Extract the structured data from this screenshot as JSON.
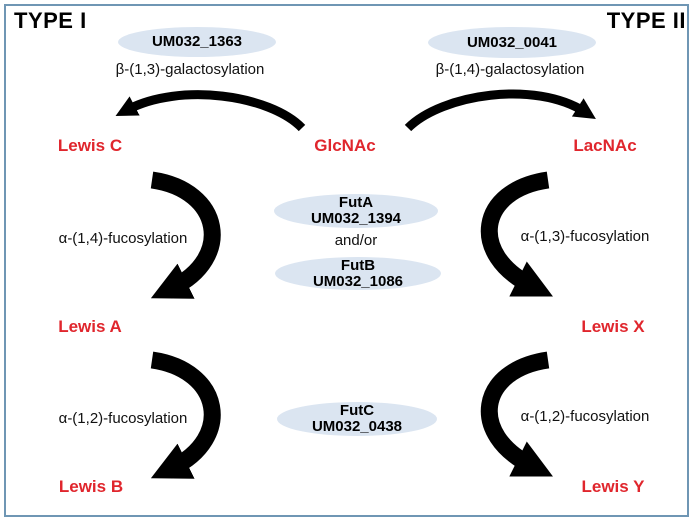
{
  "colors": {
    "accent_red": "#e0262d",
    "ellipse_fill": "#dbe5f1",
    "border_blue": "#6f96b4",
    "arrow_black": "#000000"
  },
  "header": {
    "type1": "TYPE I",
    "type2": "TYPE II"
  },
  "top": {
    "left": {
      "gene": "UM032_1363",
      "reaction": "β-(1,3)-galactosylation"
    },
    "right": {
      "gene": "UM032_0041",
      "reaction": "β-(1,4)-galactosylation"
    }
  },
  "nodes": {
    "lewis_c": "Lewis C",
    "glcnac": "GlcNAc",
    "lacnac": "LacNAc",
    "lewis_a": "Lewis A",
    "lewis_x": "Lewis X",
    "lewis_b": "Lewis B",
    "lewis_y": "Lewis Y"
  },
  "middle": {
    "left_reaction": "α-(1,4)-fucosylation",
    "right_reaction": "α-(1,3)-fucosylation",
    "enzymes": {
      "futa_name": "FutA",
      "futa_gene": "UM032_1394",
      "connector": "and/or",
      "futb_name": "FutB",
      "futb_gene": "UM032_1086"
    }
  },
  "bottom": {
    "left_reaction": "α-(1,2)-fucosylation",
    "right_reaction": "α-(1,2)-fucosylation",
    "enzyme": {
      "name": "FutC",
      "gene": "UM032_0438"
    }
  }
}
